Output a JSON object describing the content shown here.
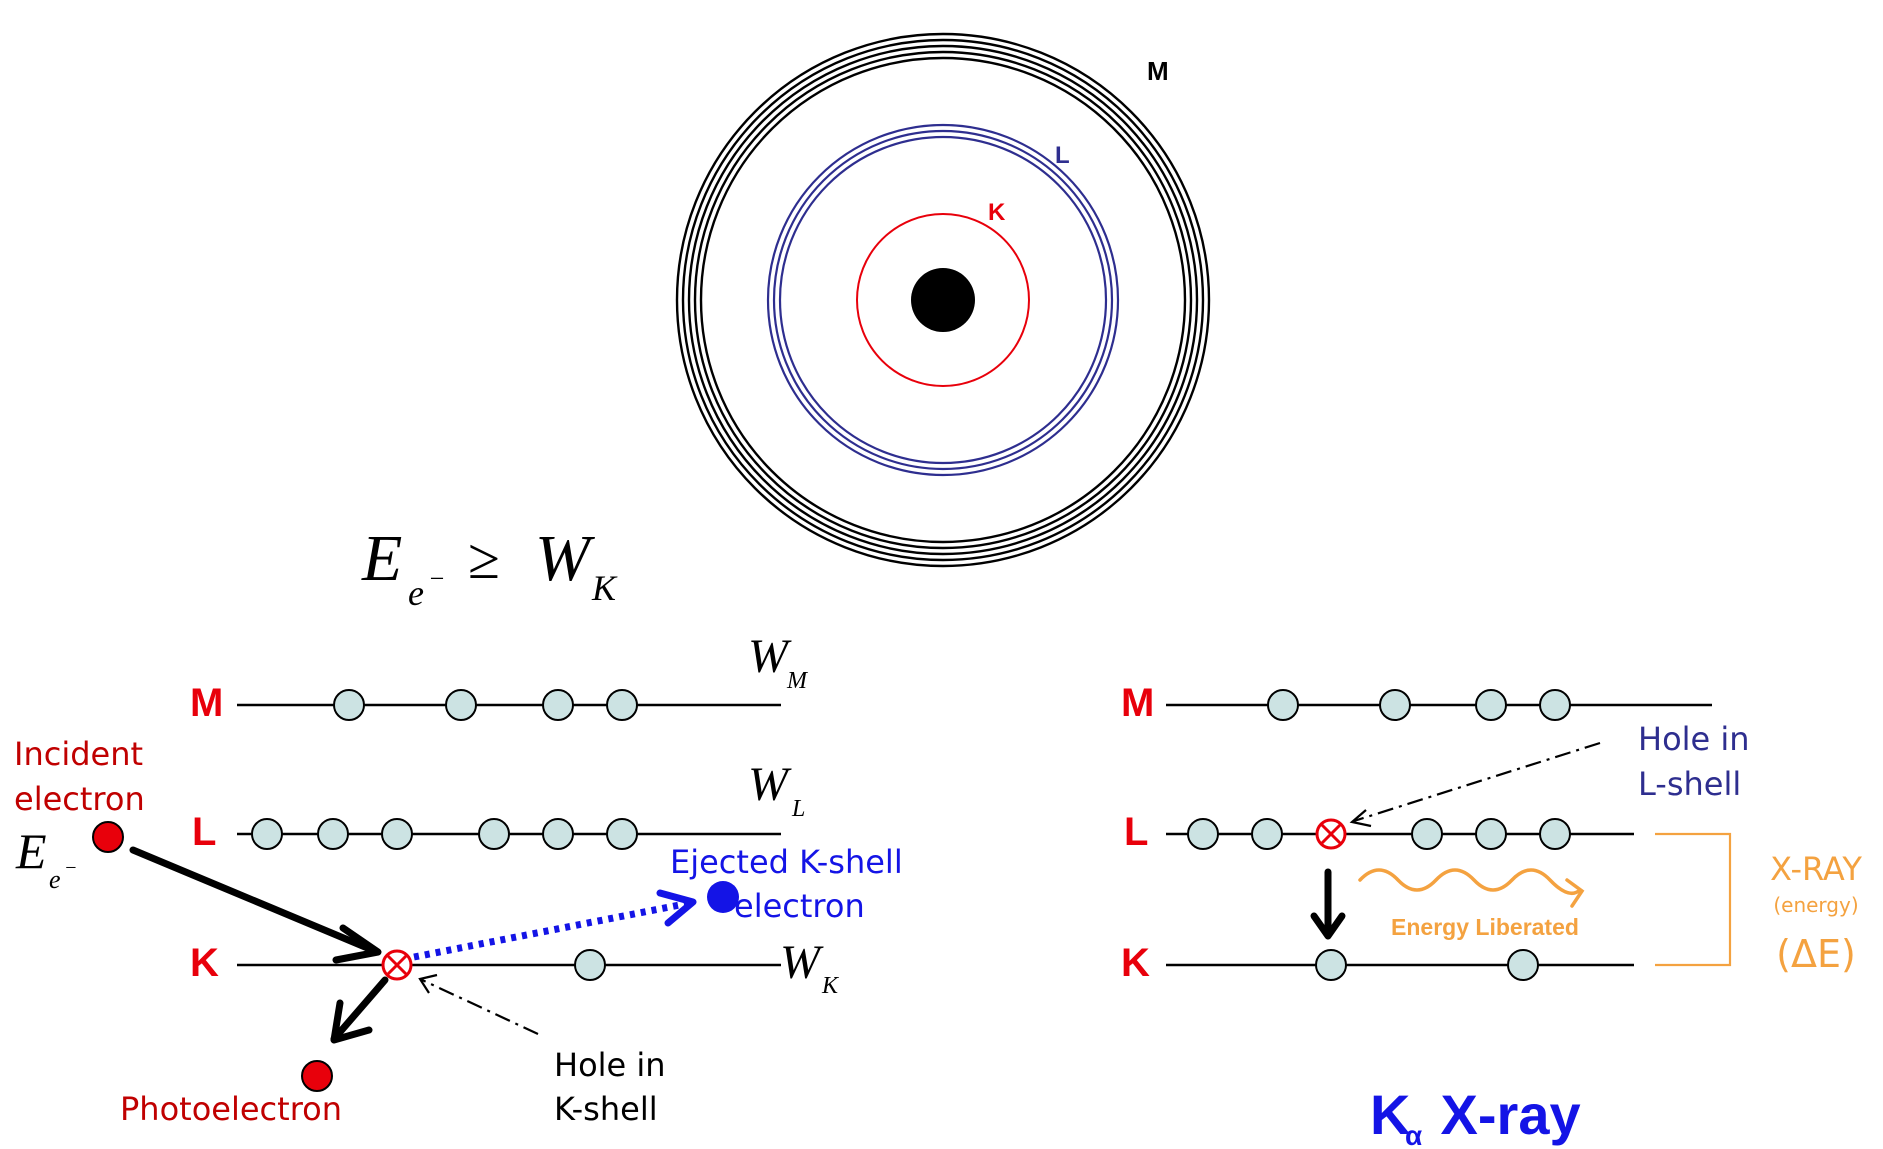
{
  "colors": {
    "k_red": "#e8000b",
    "l_blue": "#2e2e8f",
    "eject_blue": "#1414e6",
    "electron_fill": "#cce3e3",
    "orange": "#f4a240",
    "black": "#000000"
  },
  "atom": {
    "shell_labels": {
      "M": "M",
      "L": "L",
      "K": "K"
    }
  },
  "equation": {
    "E": "E",
    "e_sub": "e",
    "minus_sup": "−",
    "geq": "≥",
    "W": "W",
    "K_sub": "K"
  },
  "left_panel": {
    "levels": {
      "M": "M",
      "L": "L",
      "K": "K"
    },
    "energy_labels": {
      "W": "W",
      "M_sub": "M",
      "L_sub": "L",
      "K_sub": "K"
    },
    "incident_label_line1": "Incident",
    "incident_label_line2": "electron",
    "incident_energy": {
      "E": "E",
      "e_sub": "e",
      "minus_sup": "−"
    },
    "ejected_label_line1": "Ejected K-shell",
    "ejected_label_line2": "electron",
    "hole_label_line1": "Hole in",
    "hole_label_line2": "K-shell",
    "photoelectron_label": "Photoelectron"
  },
  "right_panel": {
    "levels": {
      "M": "M",
      "L": "L",
      "K": "K"
    },
    "hole_label_line1": "Hole in",
    "hole_label_line2": "L-shell",
    "energy_liberated": "Energy Liberated",
    "xray_label": "X-RAY",
    "energy_label": "(energy)",
    "delta_e": "(ΔE)",
    "title_K": "K",
    "title_alpha": "α",
    "title_rest": " X-ray"
  }
}
